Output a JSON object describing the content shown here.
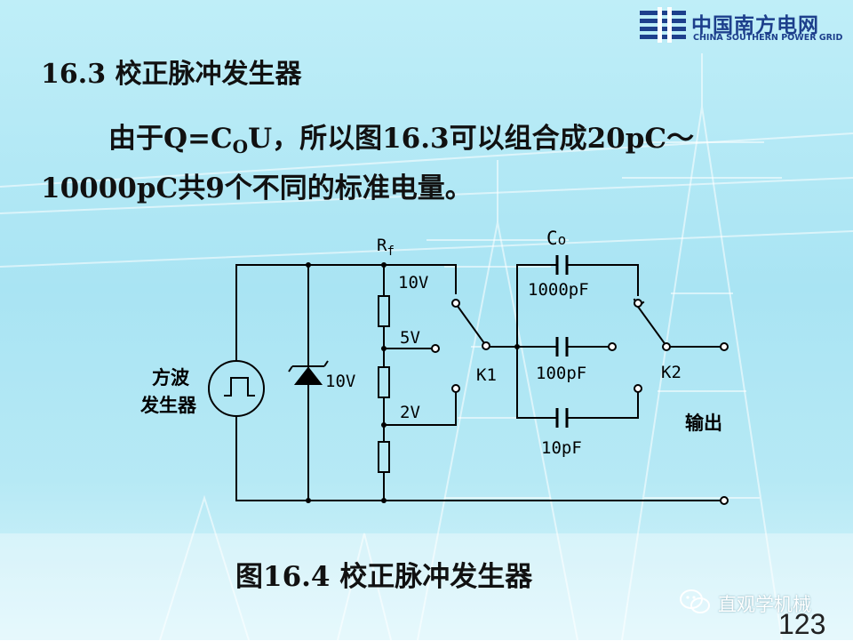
{
  "logo": {
    "cn": "中国南方电网",
    "en": "CHINA SOUTHERN POWER GRID"
  },
  "title": "16.3  校正脉冲发生器",
  "paragraph": {
    "line1_pre": "由于Q=C",
    "line1_sub": "O",
    "line1_post": "U，所以图16.3可以组合成20pC～",
    "line2": "10000pC共9个不同的标准电量。"
  },
  "circuit": {
    "generator_label_line1": "方波",
    "generator_label_line2": "发生器",
    "zener_label": "10V",
    "rf_label": "R",
    "rf_sub": "f",
    "tap_10v": "10V",
    "tap_5v": "5V",
    "tap_2v": "2V",
    "switch1": "K1",
    "switch2": "K2",
    "co_label": "C",
    "co_sub": "o",
    "cap_1000": "1000pF",
    "cap_100": "100pF",
    "cap_10": "10pF",
    "output": "输出"
  },
  "caption": "图16.4  校正脉冲发生器",
  "watermark": "直观学机械",
  "page_number": "123",
  "colors": {
    "background": "#b0e6f4",
    "logo_blue": "#1d3f8c",
    "text": "#111111"
  }
}
